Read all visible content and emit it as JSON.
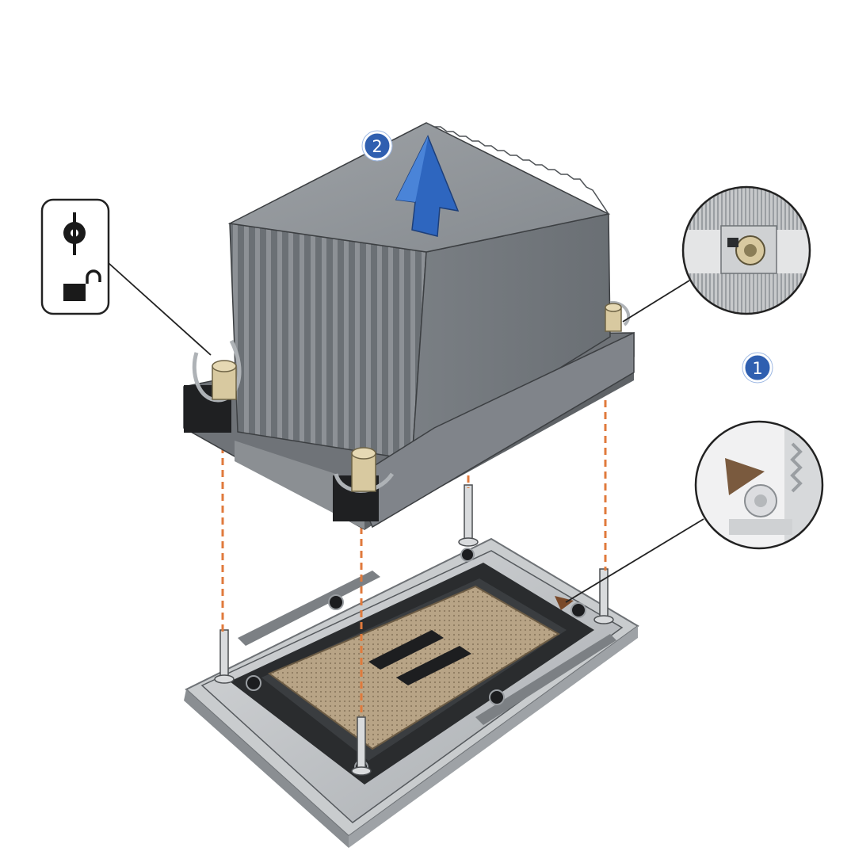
{
  "steps": [
    {
      "number": "1",
      "action": "loosen-captive-screws"
    },
    {
      "number": "2",
      "action": "lift-heat-sink"
    }
  ],
  "legend_icons": [
    "torx-screwdriver-icon",
    "unlock-icon"
  ],
  "colors": {
    "step_badge": "#2f5fb0",
    "lift_arrow": "#2e66bf",
    "guide_line": "#e07a3c",
    "heatsink": "#7d8185",
    "screw": "#d8c9a0",
    "callout_line": "#222222"
  }
}
